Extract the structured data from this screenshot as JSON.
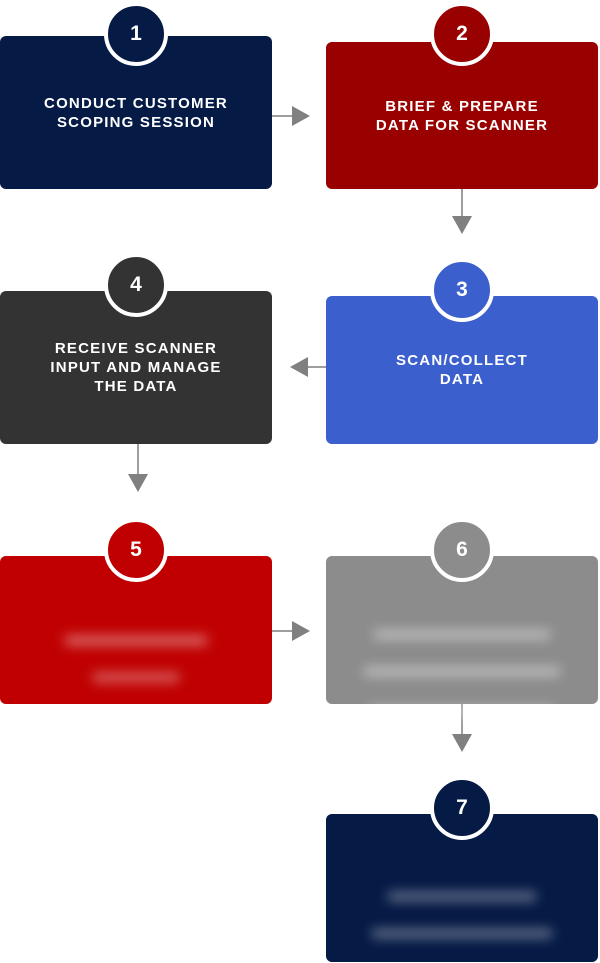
{
  "colors": {
    "navy": "#051a45",
    "dark_red": "#990000",
    "blue": "#3b5fcc",
    "charcoal": "#333333",
    "red": "#c00000",
    "gray": "#8c8c8c",
    "connector": "#9e9e9e"
  },
  "steps": [
    {
      "number": "1",
      "label": "CONDUCT CUSTOMER\nSCOPING SESSION"
    },
    {
      "number": "2",
      "label": "BRIEF & PREPARE\nDATA FOR SCANNER"
    },
    {
      "number": "3",
      "label": "SCAN/COLLECT\nDATA"
    },
    {
      "number": "4",
      "label": "RECEIVE SCANNER\nINPUT AND MANAGE\nTHE DATA"
    },
    {
      "number": "5",
      "label": ""
    },
    {
      "number": "6",
      "label": ""
    },
    {
      "number": "7",
      "label": ""
    }
  ]
}
